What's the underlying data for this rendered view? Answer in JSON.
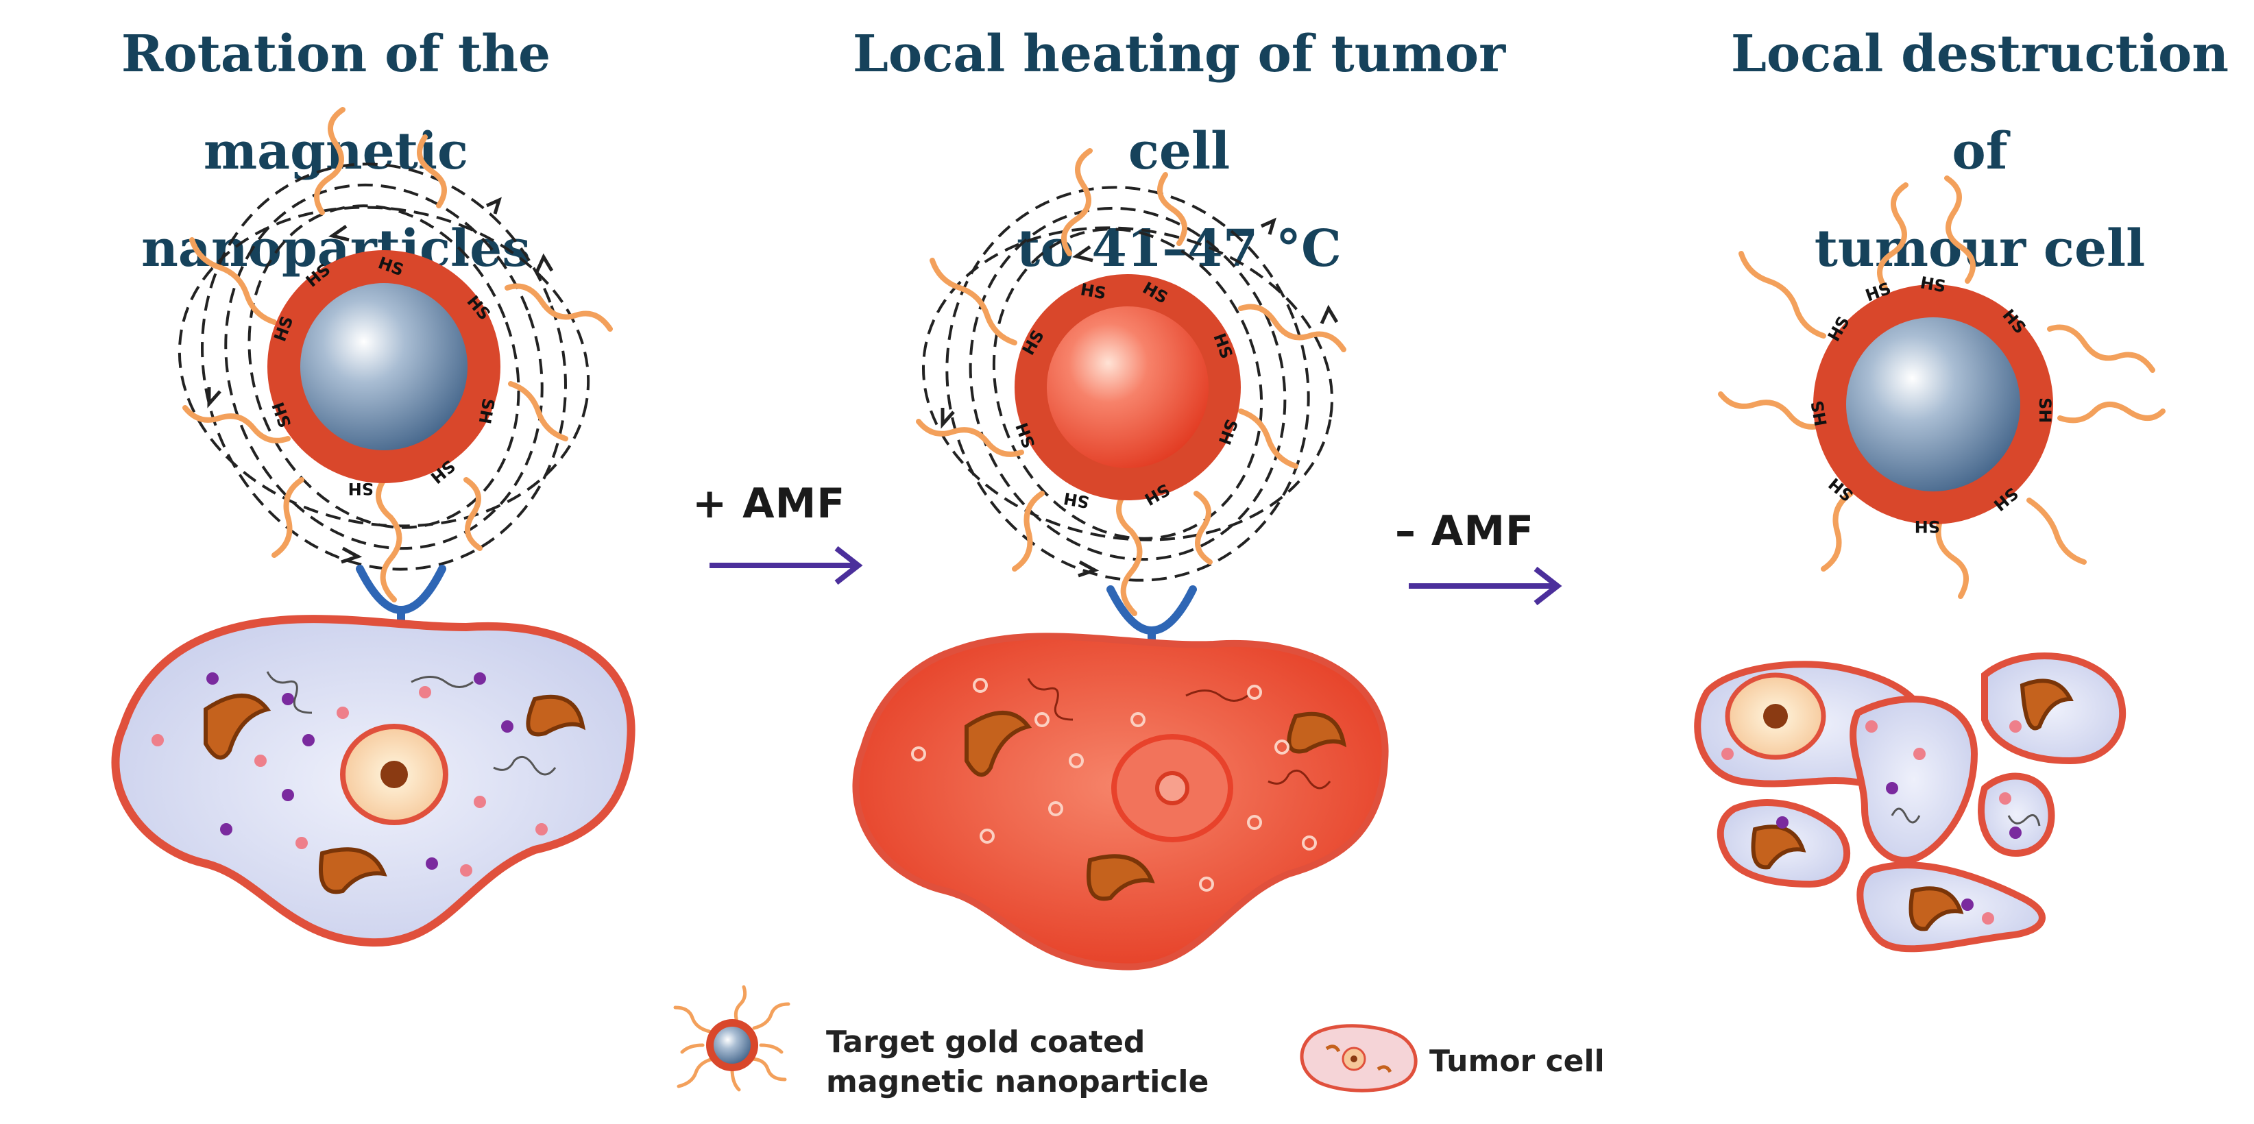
{
  "titles": {
    "panel1": [
      "Rotation of the magnetic",
      "nanoparticles"
    ],
    "panel2": [
      "Local heating of tumor cell",
      "to 41–47 °C"
    ],
    "panel3": [
      "Local destruction of",
      "tumour cell"
    ]
  },
  "arrows": {
    "plus_amf": "+ AMF",
    "minus_amf": "– AMF"
  },
  "sulfur_labels": {
    "hs": "HS",
    "sh": "SH"
  },
  "legend": {
    "nanoparticle": [
      "Target gold coated",
      "magnetic nanoparticle"
    ],
    "tumor_cell": "Tumor cell"
  },
  "colors": {
    "title": "#16425b",
    "gold_shell": "#d9472b",
    "magnetic_core": "#6f8fb0",
    "heated_core": "#f0533a",
    "cell_membrane": "#e0503c",
    "cell_fill": "#d8ddf2",
    "heated_cell": "#ec4a30",
    "ligand": "#f3a05b",
    "arrow": "#4b2f9b",
    "mitochondria": "#c5621d"
  }
}
